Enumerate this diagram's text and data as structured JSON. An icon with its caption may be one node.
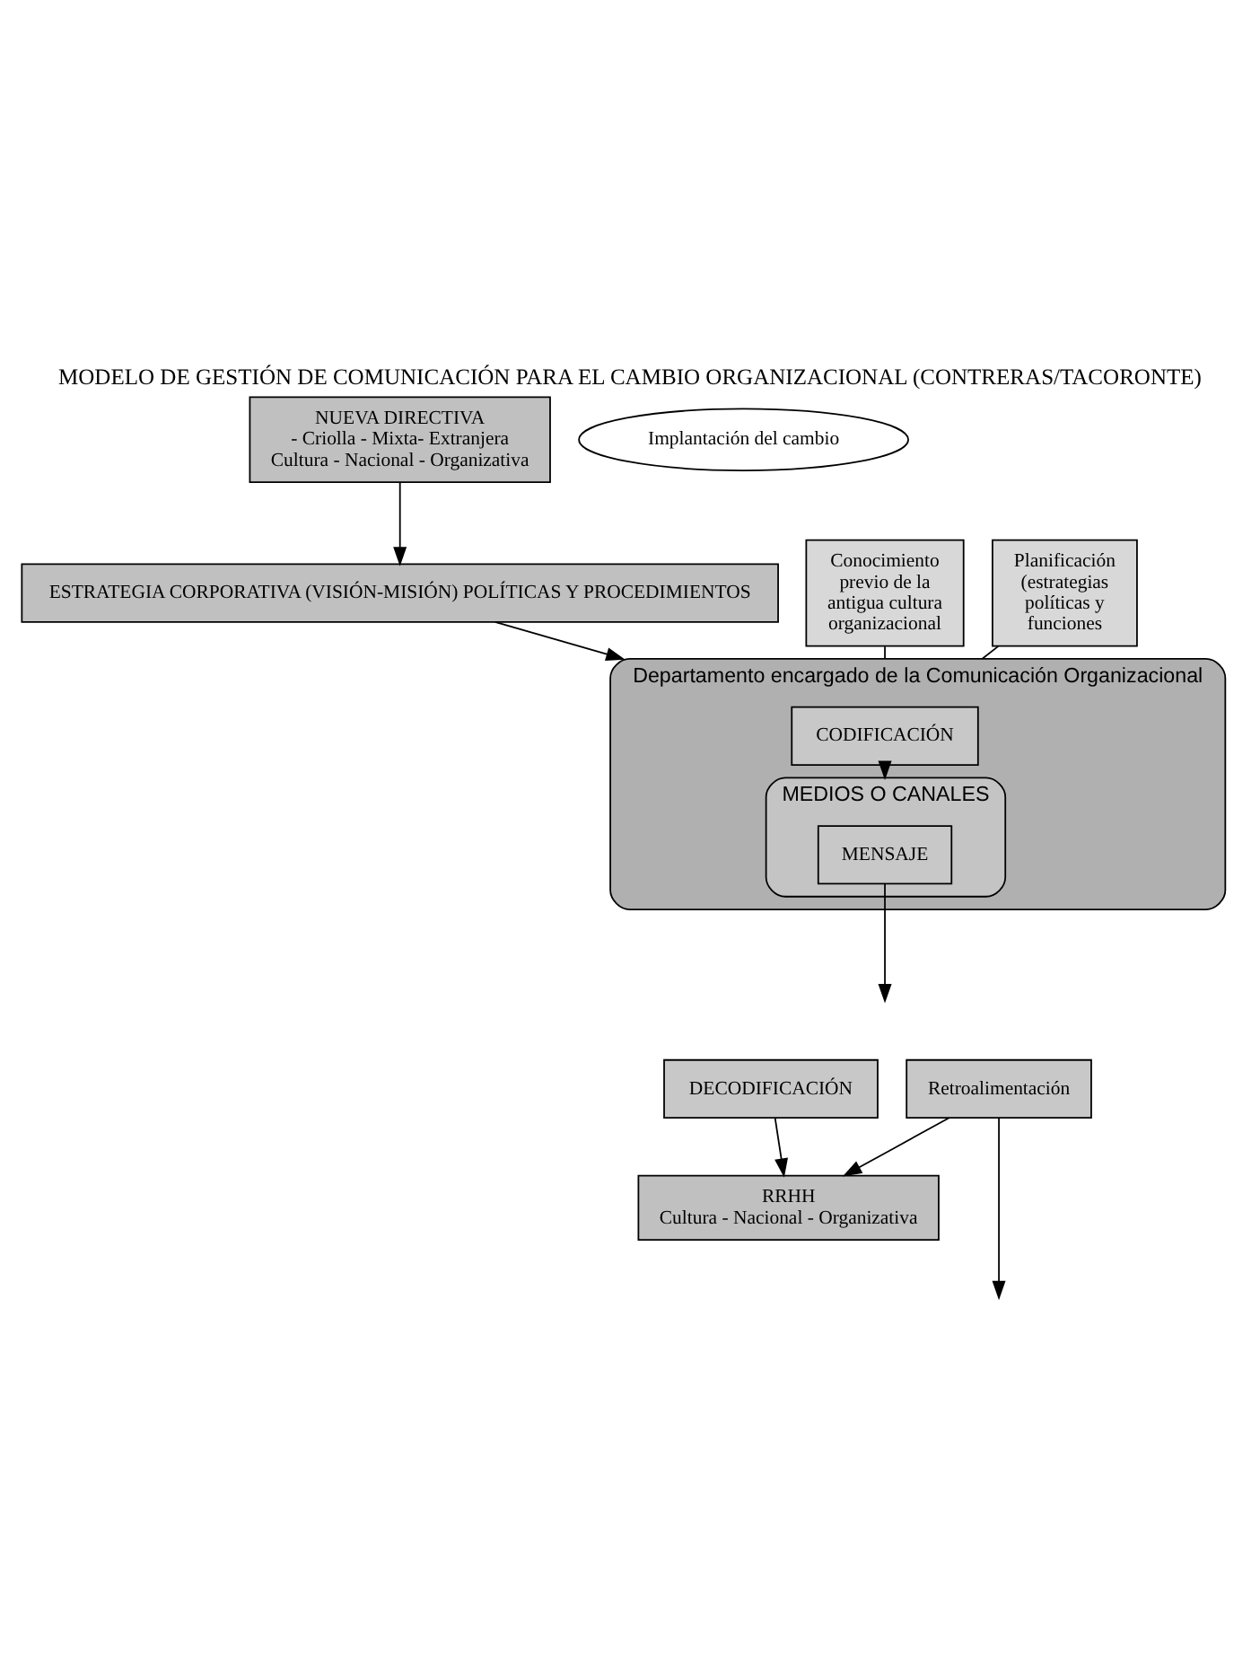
{
  "diagram": {
    "title": "MODELO DE GESTIÓN DE COMUNICACIÓN PARA EL CAMBIO ORGANIZACIONAL (CONTRERAS/TACORONTE)",
    "nodes": [
      {
        "text": [
          "NUEVA DIRECTIVA",
          "- Criolla - Mixta- Extranjera",
          "Cultura - Nacional - Organizativa"
        ]
      },
      {
        "text": [
          "ESTRATEGIA CORPORATIVA (VISIÓN-MISIÓN) POLÍTICAS Y PROCEDIMIENTOS"
        ]
      },
      {
        "text": [
          "Implantación del cambio"
        ]
      },
      {
        "text": [
          "Conocimiento previo de la antigua cultura organizacional"
        ]
      },
      {
        "text": [
          "Planificación (estrategias políticas y funciones"
        ]
      },
      {
        "text": [
          "Departamento encargado de la Comunicación Organizacional"
        ]
      },
      {
        "text": [
          "CODIFICACIÓN"
        ],
        "in": 5
      },
      {
        "text": [
          "MEDIOS O CANALES"
        ],
        "in": 5
      },
      {
        "text": [
          "MENSAJE"
        ],
        "in": 7
      },
      {
        "text": [
          "Retroalimentación"
        ]
      },
      {
        "text": [
          "DECODIFICACIÓN"
        ]
      },
      {
        "text": [
          "RRHH",
          "Cultura - Nacional - Organizativa"
        ]
      }
    ],
    "edges": [
      {
        "from": 0,
        "to": 1,
        "arrow": "to"
      },
      {
        "from": 1,
        "to": 5,
        "arrow": "to"
      },
      {
        "from": 3,
        "to": 5,
        "arrow": "none"
      },
      {
        "from": 4,
        "to": 5,
        "arrow": "none"
      },
      {
        "from": 6,
        "to": 7,
        "arrow": "to"
      },
      {
        "from": 8,
        "to": null,
        "arrow": "to"
      },
      {
        "from": 9,
        "to": null,
        "arrow": "to"
      },
      {
        "from": 9,
        "to": 11,
        "arrow": "to"
      },
      {
        "from": 10,
        "to": 11,
        "arrow": "to"
      }
    ]
  }
}
